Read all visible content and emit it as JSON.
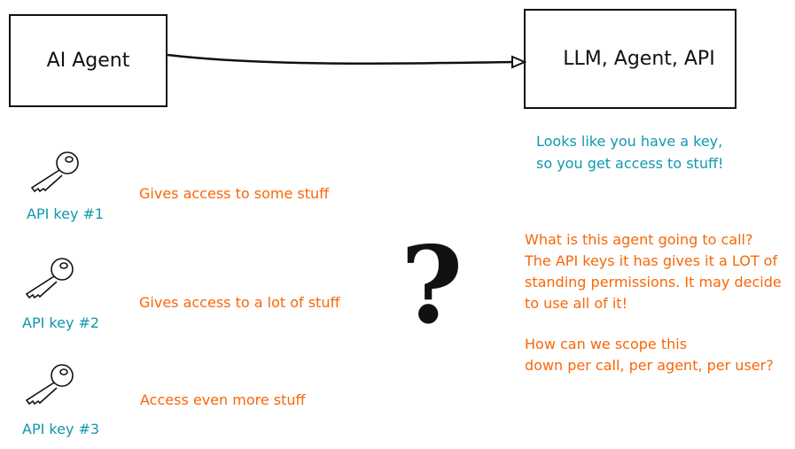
{
  "boxes": {
    "source": "AI Agent",
    "target": "LLM, Agent, API"
  },
  "target_note": [
    "Looks like you have a key,",
    "so you get access to stuff!"
  ],
  "keys": [
    {
      "label": "API key #1",
      "description": "Gives access to some stuff"
    },
    {
      "label": "API key #2",
      "description": "Gives access to a lot of stuff"
    },
    {
      "label": "API key #3",
      "description": "Access even more stuff"
    }
  ],
  "question_mark": "?",
  "question": [
    "What is this agent going to call?",
    "The API keys it has gives it a LOT of",
    "standing permissions. It may decide",
    "to use all of it!"
  ],
  "scope_question": [
    "How can we scope this",
    "down per call, per agent, per user?"
  ],
  "colors": {
    "teal": "#1098ad",
    "orange": "#f76707",
    "stroke": "#111111"
  }
}
